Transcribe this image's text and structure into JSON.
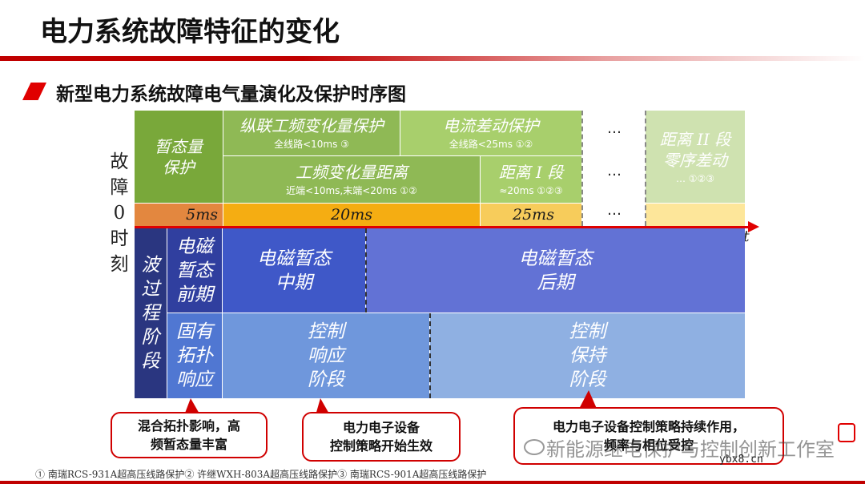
{
  "header": {
    "title": "电力系统故障特征的变化",
    "subtitle": "新型电力系统故障电气量演化及保护时序图"
  },
  "ylabel": [
    "故",
    "障",
    "0",
    "时",
    "刻"
  ],
  "protection": {
    "transient": [
      "暂态量",
      "保护"
    ],
    "longitudinal": {
      "title": "纵联工频变化量保护",
      "note": "全线路<10ms ③"
    },
    "current_diff": {
      "title": "电流差动保护",
      "note": "全线路<25ms ①②"
    },
    "power_freq_distance": {
      "title": "工频变化量距离",
      "note": "近端<10ms,末端<20ms ①②"
    },
    "distance_i": {
      "title": "距离 I 段",
      "note": "≈20ms ①②③"
    },
    "distance_ii": {
      "lines": [
        "距离 II 段",
        "零序差动"
      ],
      "note": "… ①②③"
    },
    "ellipsis": "…"
  },
  "timing": {
    "t1": "5ms",
    "t2": "20ms",
    "t3": "25ms",
    "axis_label": "t"
  },
  "phases": {
    "wave": [
      "波",
      "过",
      "程",
      "阶",
      "段"
    ],
    "em_early": [
      "电磁",
      "暂态",
      "前期"
    ],
    "em_mid": [
      "电磁暂态",
      "中期"
    ],
    "em_late": [
      "电磁暂态",
      "后期"
    ],
    "topology": [
      "固有",
      "拓扑",
      "响应"
    ],
    "control_response": [
      "控制",
      "响应",
      "阶段"
    ],
    "control_hold": [
      "控制",
      "保持",
      "阶段"
    ]
  },
  "callouts": {
    "c1": [
      "混合拓扑影响，高",
      "频暂态量丰富"
    ],
    "c2": [
      "电力电子设备",
      "控制策略开始生效"
    ],
    "c3": [
      "电力电子设备控制策略持续作用，",
      "频率与相位受控"
    ]
  },
  "footnote": "① 南瑞RCS-931A超高压线路保护② 许继WXH-803A超高压线路保护③ 南瑞RCS-901A超高压线路保护",
  "watermark": {
    "text": "新能源继电保护与控制创新工作室",
    "url": "ybx8.cn"
  },
  "colors": {
    "accent_red": "#e00000",
    "dark_green": "#79a83a",
    "olive_green": "#8fb955",
    "light_green": "#a8cf6c",
    "pale_green": "#cfe2b0",
    "orange": "#e3873f",
    "amber": "#f5ad12",
    "yellow": "#f7cc5b",
    "pale_yellow": "#fde69a",
    "navy": "#2a3680",
    "blue_mid": "#3f58c8",
    "blue_late": "#6272d5",
    "blue_light": "#8fb0e2"
  }
}
